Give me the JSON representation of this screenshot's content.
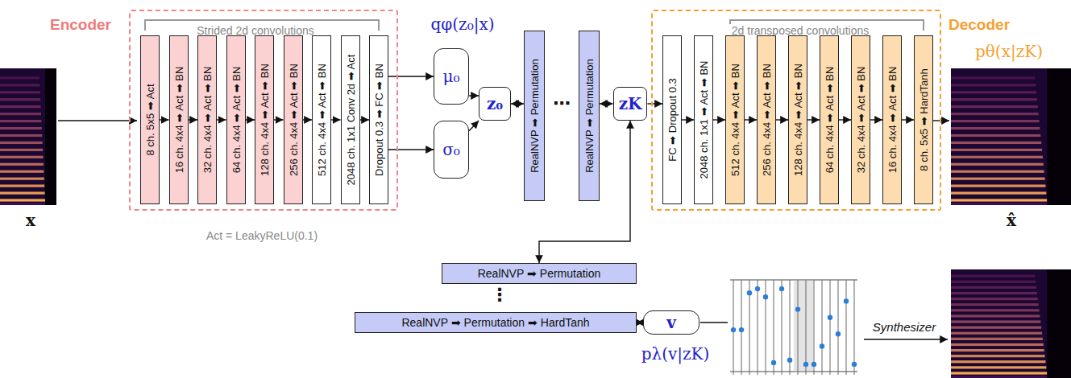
{
  "diagram": {
    "nodes": [
      {
        "text": [
          "Encoder",
          "Strided 2d convolutions"
        ]
      },
      {
        "text": [
          "8 ch. 5x5 ➡ Act"
        ],
        "in": 0
      },
      {
        "text": [
          "16 ch. 4x4 ➡ Act ➡ BN"
        ],
        "in": 0
      },
      {
        "text": [
          "32 ch. 4x4 ➡ Act ➡ BN"
        ],
        "in": 0
      },
      {
        "text": [
          "64 ch. 4x4 ➡ Act ➡ BN"
        ],
        "in": 0
      },
      {
        "text": [
          "128 ch. 4x4 ➡ Act ➡ BN"
        ],
        "in": 0
      },
      {
        "text": [
          "256 ch. 4x4 ➡ Act ➡ BN"
        ],
        "in": 0
      },
      {
        "text": [
          "512 ch. 4x4 ➡ Act ➡ BN"
        ],
        "in": 0
      },
      {
        "text": [
          "2048 ch. 1x1 Conv 2d ➡ Act"
        ],
        "in": 0
      },
      {
        "text": [
          "Dropout 0.3 ➡ FC ➡ BN"
        ],
        "in": 0
      },
      {
        "text": [
          "μ₀"
        ]
      },
      {
        "text": [
          "σ₀"
        ]
      },
      {
        "text": [
          "z₀"
        ]
      },
      {
        "text": [
          "RealNVP ➡ Permutation"
        ]
      },
      {
        "text": [
          "RealNVP ➡ Permutation"
        ]
      },
      {
        "text": [
          "zK"
        ]
      },
      {
        "text": [
          "Decoder",
          "2d transposed convolutions"
        ]
      },
      {
        "text": [
          "FC ➡ Dropout 0.3"
        ],
        "in": 16
      },
      {
        "text": [
          "2048 ch. 1x1 ➡ Act ➡ BN"
        ],
        "in": 16
      },
      {
        "text": [
          "512 ch. 4x4 ➡ Act ➡ BN"
        ],
        "in": 16
      },
      {
        "text": [
          "256 ch. 4x4 ➡ Act ➡ BN"
        ],
        "in": 16
      },
      {
        "text": [
          "128 ch. 4x4 ➡ Act ➡ BN"
        ],
        "in": 16
      },
      {
        "text": [
          "64 ch. 4x4 ➡ Act ➡ BN"
        ],
        "in": 16
      },
      {
        "text": [
          "32 ch. 4x4 ➡ Act ➡ BN"
        ],
        "in": 16
      },
      {
        "text": [
          "16 ch. 4x4 ➡ Act ➡ BN"
        ],
        "in": 16
      },
      {
        "text": [
          "8 ch. 5x5 ➡ HardTanh"
        ],
        "in": 16
      },
      {
        "text": [
          "RealNVP ➡ Permutation"
        ]
      },
      {
        "text": [
          "RealNVP ➡ Permutation ➡ HardTanh"
        ]
      },
      {
        "text": [
          "v"
        ]
      }
    ],
    "edges": [
      {
        "from": 1,
        "to": 2,
        "arrow": "to"
      },
      {
        "from": 2,
        "to": 3,
        "arrow": "to"
      },
      {
        "from": 3,
        "to": 4,
        "arrow": "to"
      },
      {
        "from": 4,
        "to": 5,
        "arrow": "to"
      },
      {
        "from": 5,
        "to": 6,
        "arrow": "to"
      },
      {
        "from": 6,
        "to": 7,
        "arrow": "to"
      },
      {
        "from": 7,
        "to": 8,
        "arrow": "to"
      },
      {
        "from": 8,
        "to": 9,
        "arrow": "to"
      },
      {
        "from": 9,
        "to": 10,
        "arrow": "to"
      },
      {
        "from": 9,
        "to": 11,
        "arrow": "to"
      },
      {
        "from": 10,
        "to": 12,
        "arrow": "to"
      },
      {
        "from": 11,
        "to": 12,
        "arrow": "to"
      },
      {
        "from": 12,
        "to": 13,
        "arrow": "both"
      },
      {
        "from": 14,
        "to": 15,
        "arrow": "both"
      },
      {
        "from": 15,
        "to": 17,
        "arrow": "to"
      },
      {
        "from": 17,
        "to": 18,
        "arrow": "to"
      },
      {
        "from": 18,
        "to": 19,
        "arrow": "to"
      },
      {
        "from": 19,
        "to": 20,
        "arrow": "to"
      },
      {
        "from": 20,
        "to": 21,
        "arrow": "to"
      },
      {
        "from": 21,
        "to": 22,
        "arrow": "to"
      },
      {
        "from": 22,
        "to": 23,
        "arrow": "to"
      },
      {
        "from": 23,
        "to": 24,
        "arrow": "to"
      },
      {
        "from": 24,
        "to": 25,
        "arrow": "to"
      },
      {
        "from": 15,
        "to": 26,
        "arrow": "both"
      },
      {
        "from": 27,
        "to": 28,
        "arrow": "both"
      }
    ],
    "labels": [
      "x",
      "Act = LeakyReLU(0.1)",
      "qφ(z₀|x)",
      "⋯",
      "pθ(x|zK)",
      "x̂",
      "⋮",
      "pλ(v|zK)",
      "Synthesizer"
    ]
  }
}
